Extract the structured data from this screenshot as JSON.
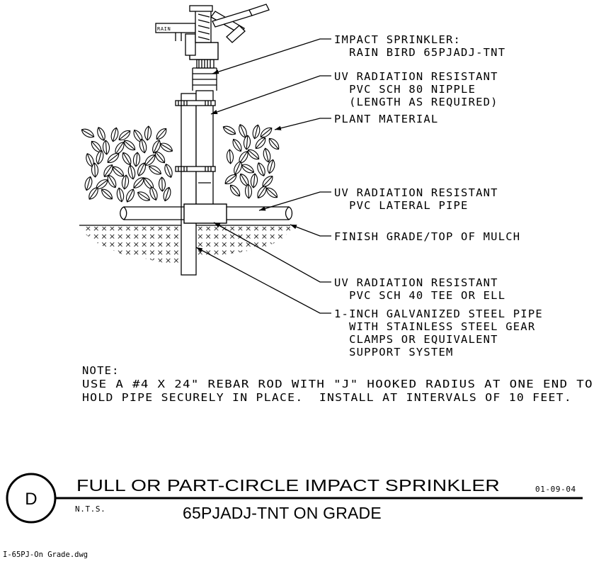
{
  "callouts": [
    {
      "lines": [
        "IMPACT SPRINKLER:",
        "  RAIN BIRD 65PJADJ-TNT"
      ]
    },
    {
      "lines": [
        "UV RADIATION RESISTANT",
        "  PVC SCH 80 NIPPLE",
        "  (LENGTH AS REQUIRED)"
      ]
    },
    {
      "lines": [
        "PLANT MATERIAL"
      ]
    },
    {
      "lines": [
        "UV RADIATION RESISTANT",
        "  PVC LATERAL PIPE"
      ]
    },
    {
      "lines": [
        "FINISH GRADE/TOP OF MULCH"
      ]
    },
    {
      "lines": [
        "UV RADIATION RESISTANT",
        "  PVC SCH 40 TEE OR ELL"
      ]
    },
    {
      "lines": [
        "1-INCH GALVANIZED STEEL PIPE",
        "  WITH STAINLESS STEEL GEAR",
        "  CLAMPS OR EQUIVALENT",
        "  SUPPORT SYSTEM"
      ]
    }
  ],
  "note": {
    "heading": "NOTE:",
    "lines": [
      "USE A #4 X 24\" REBAR ROD WITH \"J\" HOOKED RADIUS AT ONE END TO",
      "HOLD PIPE SECURELY IN PLACE.  INSTALL AT INTERVALS OF 10 FEET."
    ]
  },
  "title_block": {
    "detail_letter": "D",
    "title_line1": "FULL OR PART-CIRCLE IMPACT SPRINKLER",
    "title_line2": "65PJADJ-TNT ON GRADE",
    "scale": "N.T.S.",
    "date": "01-09-04"
  },
  "filename": "I-65PJ-On Grade.dwg",
  "sprinkler_label": "RAIN"
}
